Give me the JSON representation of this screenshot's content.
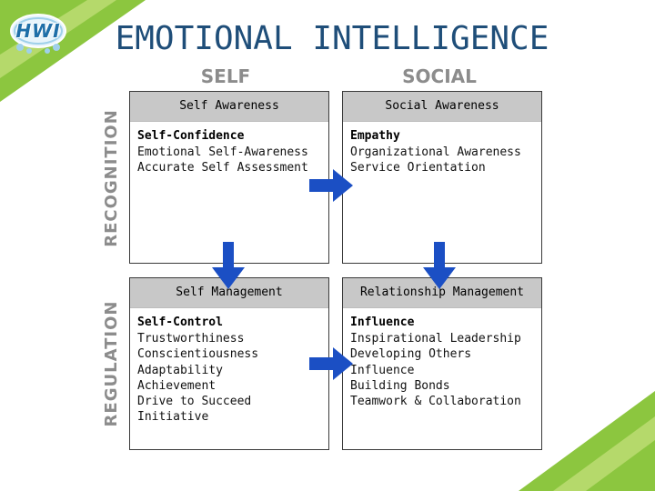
{
  "logo": {
    "text": "HWI"
  },
  "title": "EMOTIONAL INTELLIGENCE",
  "columns": {
    "self": "SELF",
    "social": "SOCIAL"
  },
  "rows": {
    "recognition": "RECOGNITION",
    "regulation": "REGULATION"
  },
  "quadrants": {
    "self_awareness": {
      "header": "Self Awareness",
      "lead": "Self-Confidence",
      "items": [
        "Emotional Self-Awareness",
        "Accurate Self Assessment"
      ]
    },
    "social_awareness": {
      "header": "Social Awareness",
      "lead": "Empathy",
      "items": [
        "Organizational Awareness",
        "Service Orientation"
      ]
    },
    "self_management": {
      "header": "Self Management",
      "lead": "Self-Control",
      "items": [
        "Trustworthiness",
        "Conscientiousness",
        "Adaptability",
        "Achievement",
        "Drive to Succeed",
        "Initiative"
      ]
    },
    "relationship_management": {
      "header": "Relationship Management",
      "lead": "Influence",
      "items": [
        "Inspirational Leadership",
        "Developing Others",
        "Influence",
        "Building Bonds",
        "Teamwork & Collaboration"
      ]
    }
  },
  "colors": {
    "green": "#8cc63f",
    "arrow_blue": "#1b4fc4",
    "title_blue": "#1f4e79",
    "header_gray": "#c8c8c8"
  }
}
